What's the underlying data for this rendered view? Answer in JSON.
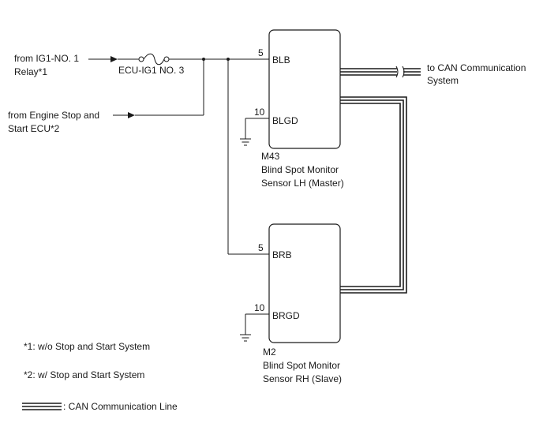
{
  "sources": {
    "ig1": {
      "line1": "from IG1-NO. 1",
      "line2": "Relay*1"
    },
    "ecu": {
      "line1": "from Engine Stop and",
      "line2": "Start ECU*2"
    }
  },
  "fuse": {
    "label": "ECU-IG1 NO. 3"
  },
  "can_destination": {
    "line1": "to CAN Communication",
    "line2": "System"
  },
  "master": {
    "id": "M43",
    "name_line1": "Blind Spot Monitor",
    "name_line2": "Sensor LH (Master)",
    "power_pin": "5",
    "power_label": "BLB",
    "ground_pin": "10",
    "ground_label": "BLGD"
  },
  "slave": {
    "id": "M2",
    "name_line1": "Blind Spot Monitor",
    "name_line2": "Sensor RH (Slave)",
    "power_pin": "5",
    "power_label": "BRB",
    "ground_pin": "10",
    "ground_label": "BRGD"
  },
  "notes": {
    "n1": "*1: w/o Stop and Start System",
    "n2": "*2: w/ Stop and Start System"
  },
  "legend": {
    "can_line": ": CAN Communication Line"
  }
}
